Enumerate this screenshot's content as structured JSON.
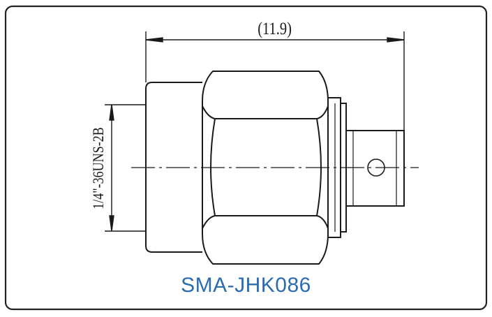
{
  "drawing": {
    "overall_length_dimension": "(11.9)",
    "thread_spec": "1/4\"-36UNS-2B",
    "part_number": "SMA-JHK086"
  },
  "colors": {
    "line": "#1a1a1a",
    "label": "#2b6cb0",
    "frame": "#222222",
    "background": "#ffffff"
  }
}
